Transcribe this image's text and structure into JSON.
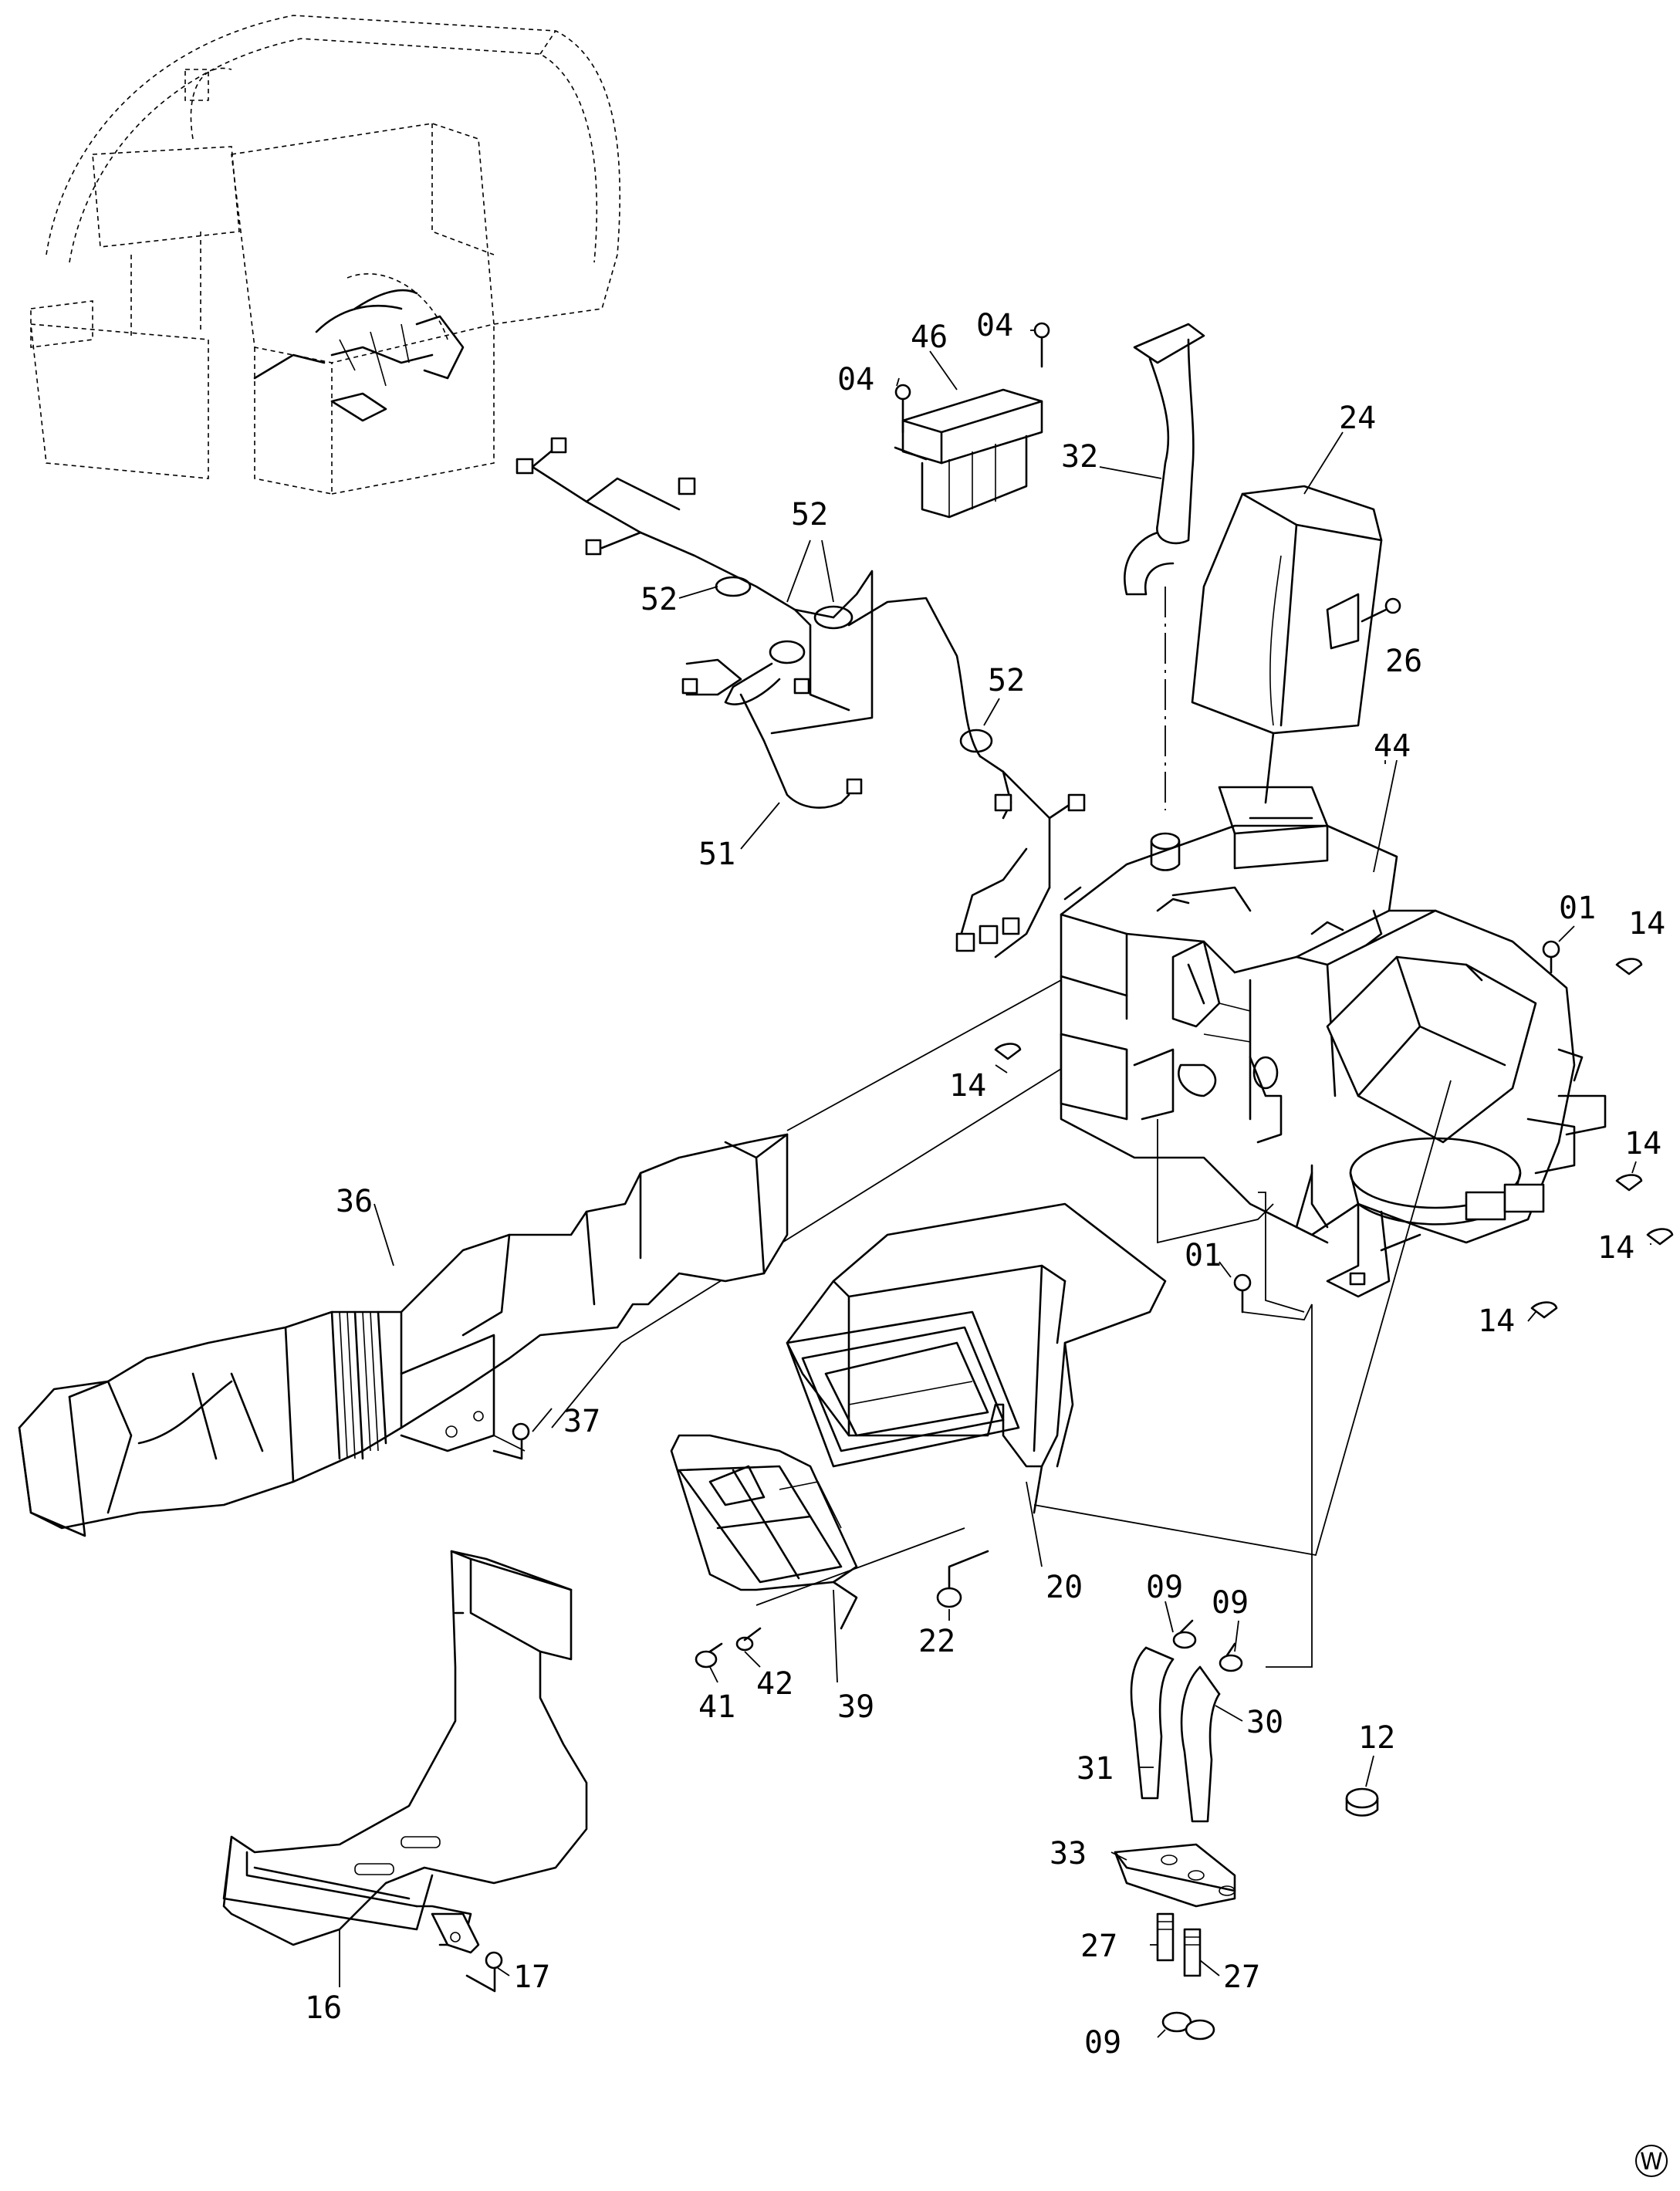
{
  "diagram": {
    "labels": [
      {
        "id": "46",
        "text": "46"
      },
      {
        "id": "04a",
        "text": "04"
      },
      {
        "id": "04b",
        "text": "04"
      },
      {
        "id": "32",
        "text": "32"
      },
      {
        "id": "24",
        "text": "24"
      },
      {
        "id": "52a",
        "text": "52"
      },
      {
        "id": "52b",
        "text": "52"
      },
      {
        "id": "52c",
        "text": "52"
      },
      {
        "id": "26",
        "text": "26"
      },
      {
        "id": "51",
        "text": "51"
      },
      {
        "id": "44",
        "text": "44"
      },
      {
        "id": "01a",
        "text": "01"
      },
      {
        "id": "14a",
        "text": "14"
      },
      {
        "id": "14b",
        "text": "14"
      },
      {
        "id": "14c",
        "text": "14"
      },
      {
        "id": "14d",
        "text": "14"
      },
      {
        "id": "14e",
        "text": "14"
      },
      {
        "id": "36",
        "text": "36"
      },
      {
        "id": "01b",
        "text": "01"
      },
      {
        "id": "37",
        "text": "37"
      },
      {
        "id": "20",
        "text": "20"
      },
      {
        "id": "09a",
        "text": "09"
      },
      {
        "id": "09b",
        "text": "09"
      },
      {
        "id": "22",
        "text": "22"
      },
      {
        "id": "42",
        "text": "42"
      },
      {
        "id": "41",
        "text": "41"
      },
      {
        "id": "39",
        "text": "39"
      },
      {
        "id": "30",
        "text": "30"
      },
      {
        "id": "12",
        "text": "12"
      },
      {
        "id": "31",
        "text": "31"
      },
      {
        "id": "33",
        "text": "33"
      },
      {
        "id": "17",
        "text": "17"
      },
      {
        "id": "16",
        "text": "16"
      },
      {
        "id": "27a",
        "text": "27"
      },
      {
        "id": "27b",
        "text": "27"
      },
      {
        "id": "09c",
        "text": "09"
      }
    ],
    "corner_mark": "W"
  }
}
